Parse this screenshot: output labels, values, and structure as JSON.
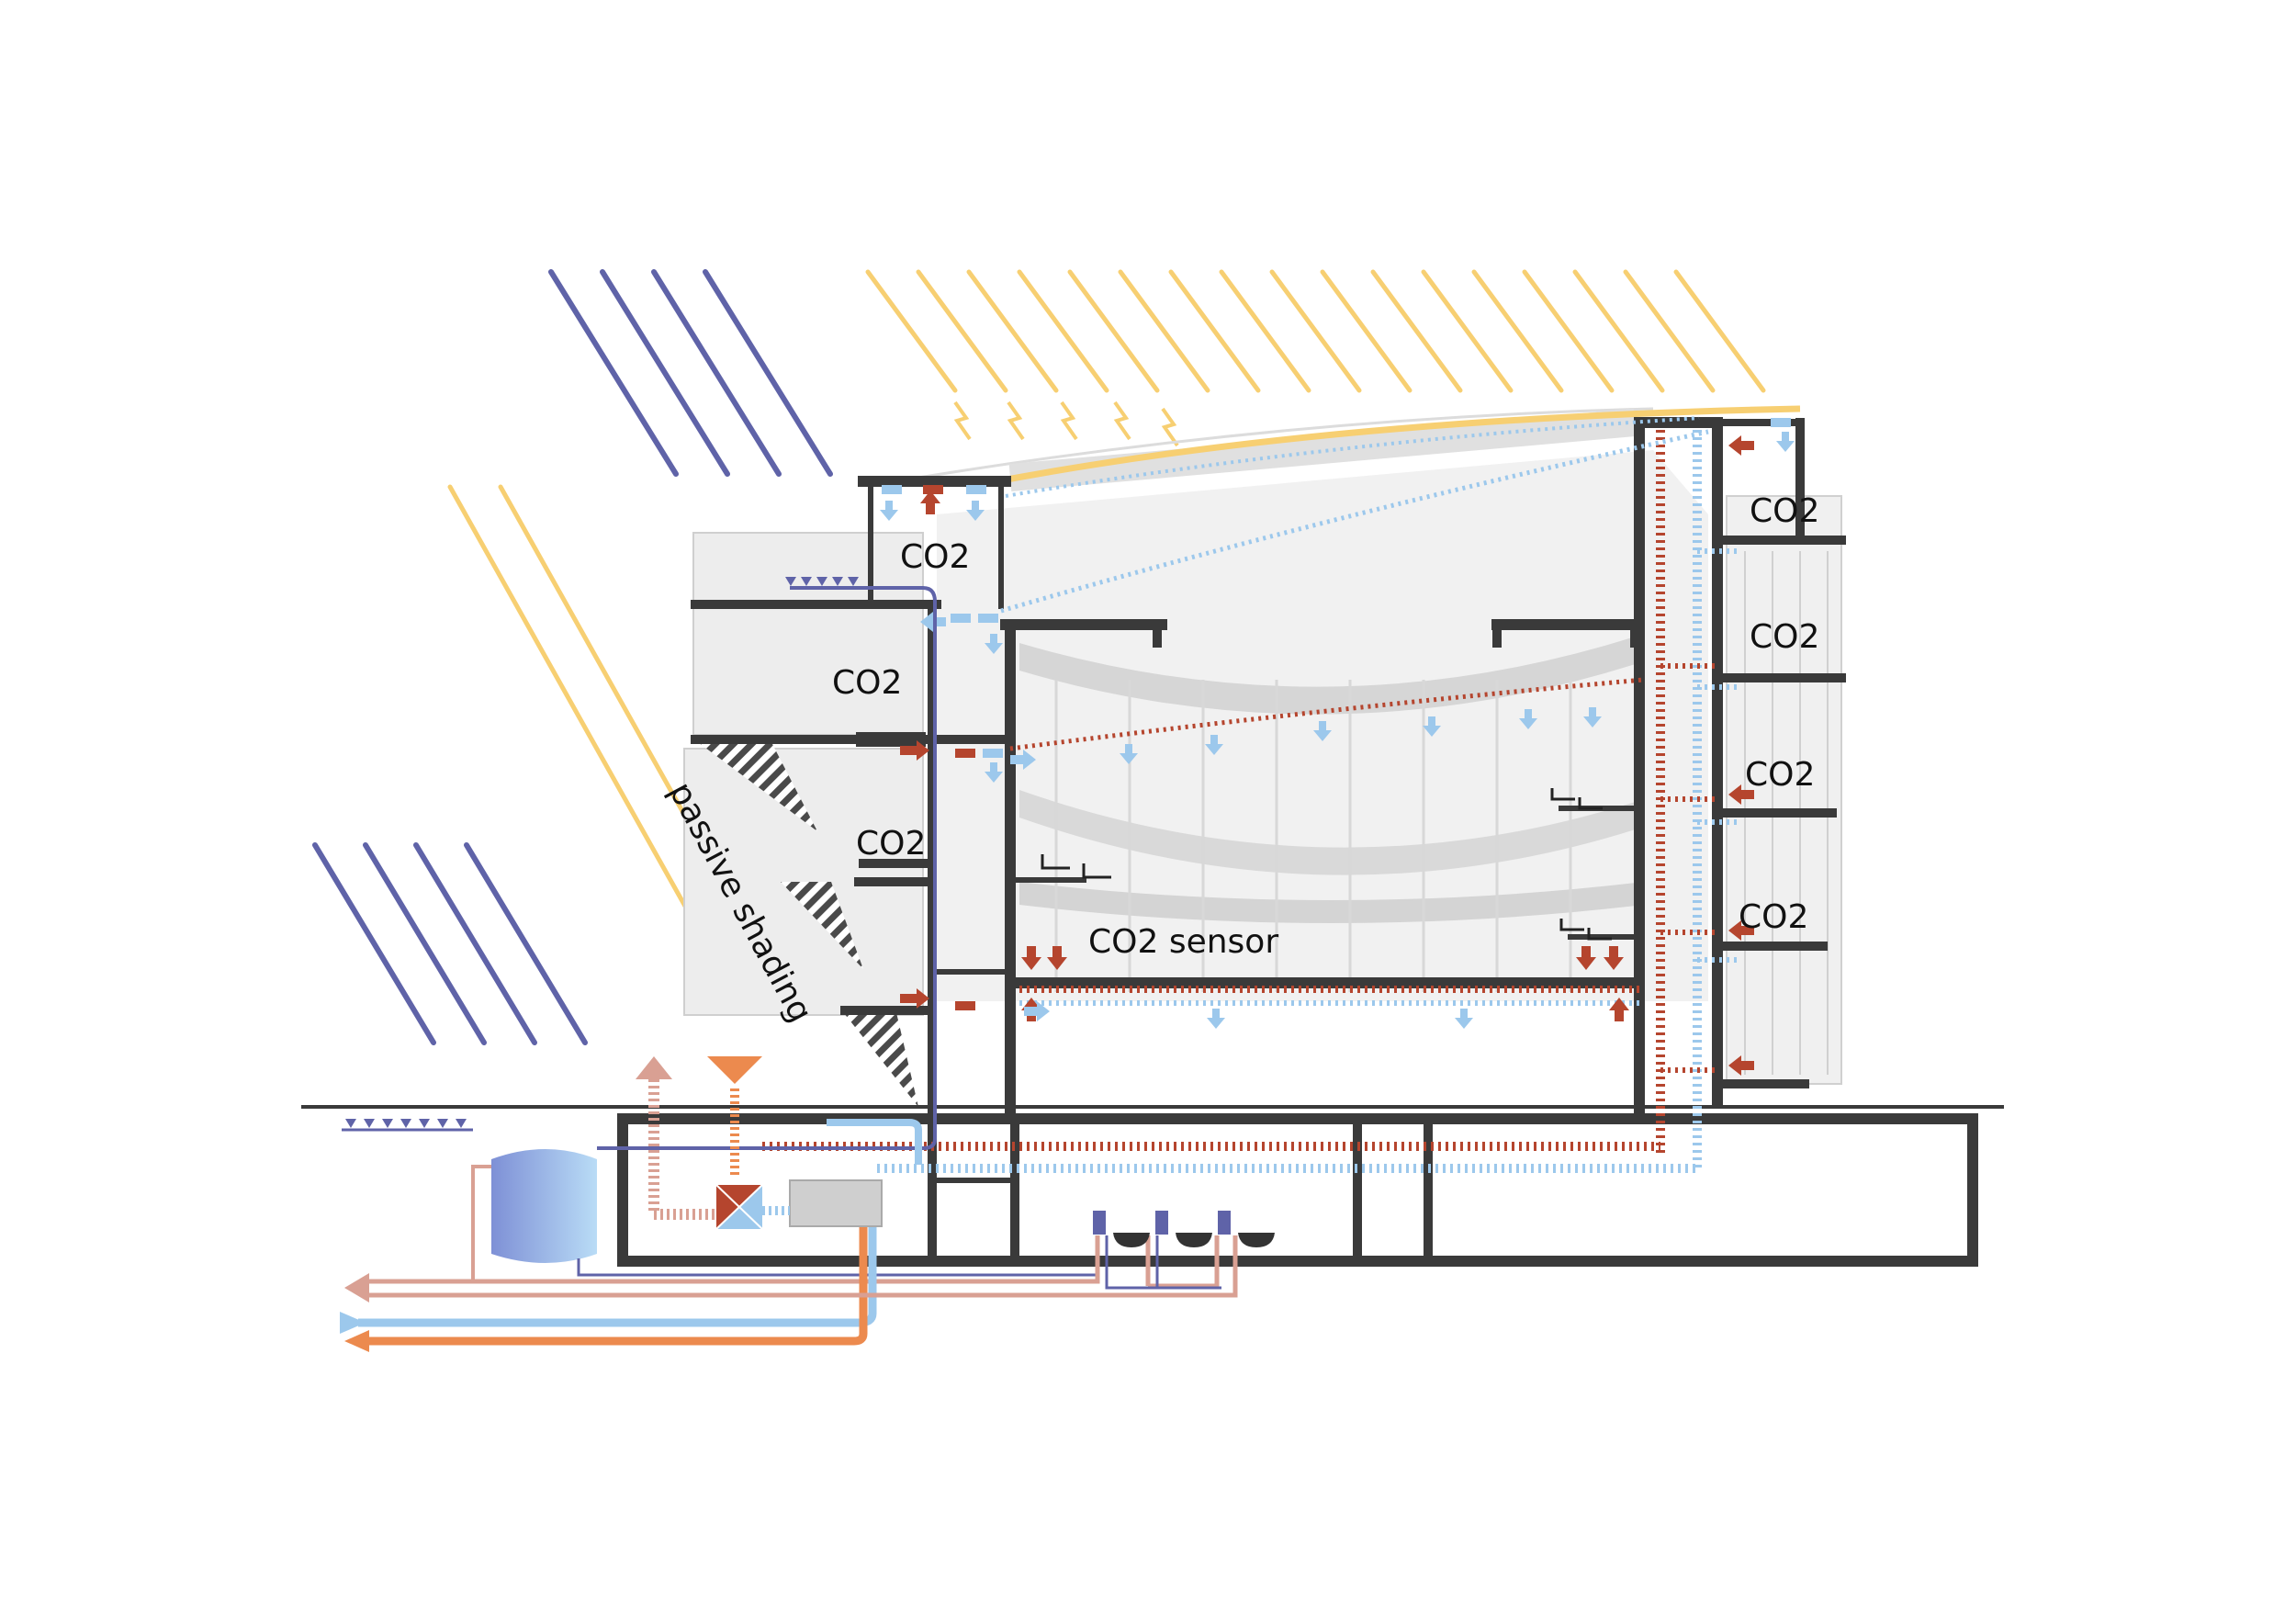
{
  "labels": {
    "co2_room_top_left": "CO2",
    "co2_room_left_upper": "CO2",
    "co2_room_left_lower": "CO2",
    "co2_room_right_1": "CO2",
    "co2_room_right_2": "CO2",
    "co2_room_right_3": "CO2",
    "co2_room_right_4": "CO2",
    "co2_sensor": "CO2 sensor",
    "passive_shading": "passive shading"
  },
  "colors": {
    "structure": "#3a3a3a",
    "interior_gray": "#cfcfcf",
    "sun_ray": "#f7cf72",
    "rain_ray": "#5f63a8",
    "warm_air": "#b5452e",
    "cool_air": "#9cc8ec",
    "hot_water": "#ec8a4e",
    "return_pipe": "#d9a093",
    "tank_blue": "#8fa6de",
    "hatch": "#4a4a4a"
  },
  "icons": {
    "solar": "lightning-icon",
    "water_tank": "cistern-icon",
    "heat_exchanger": "heat-exchanger-icon",
    "air_arrow": "arrow-icon"
  }
}
